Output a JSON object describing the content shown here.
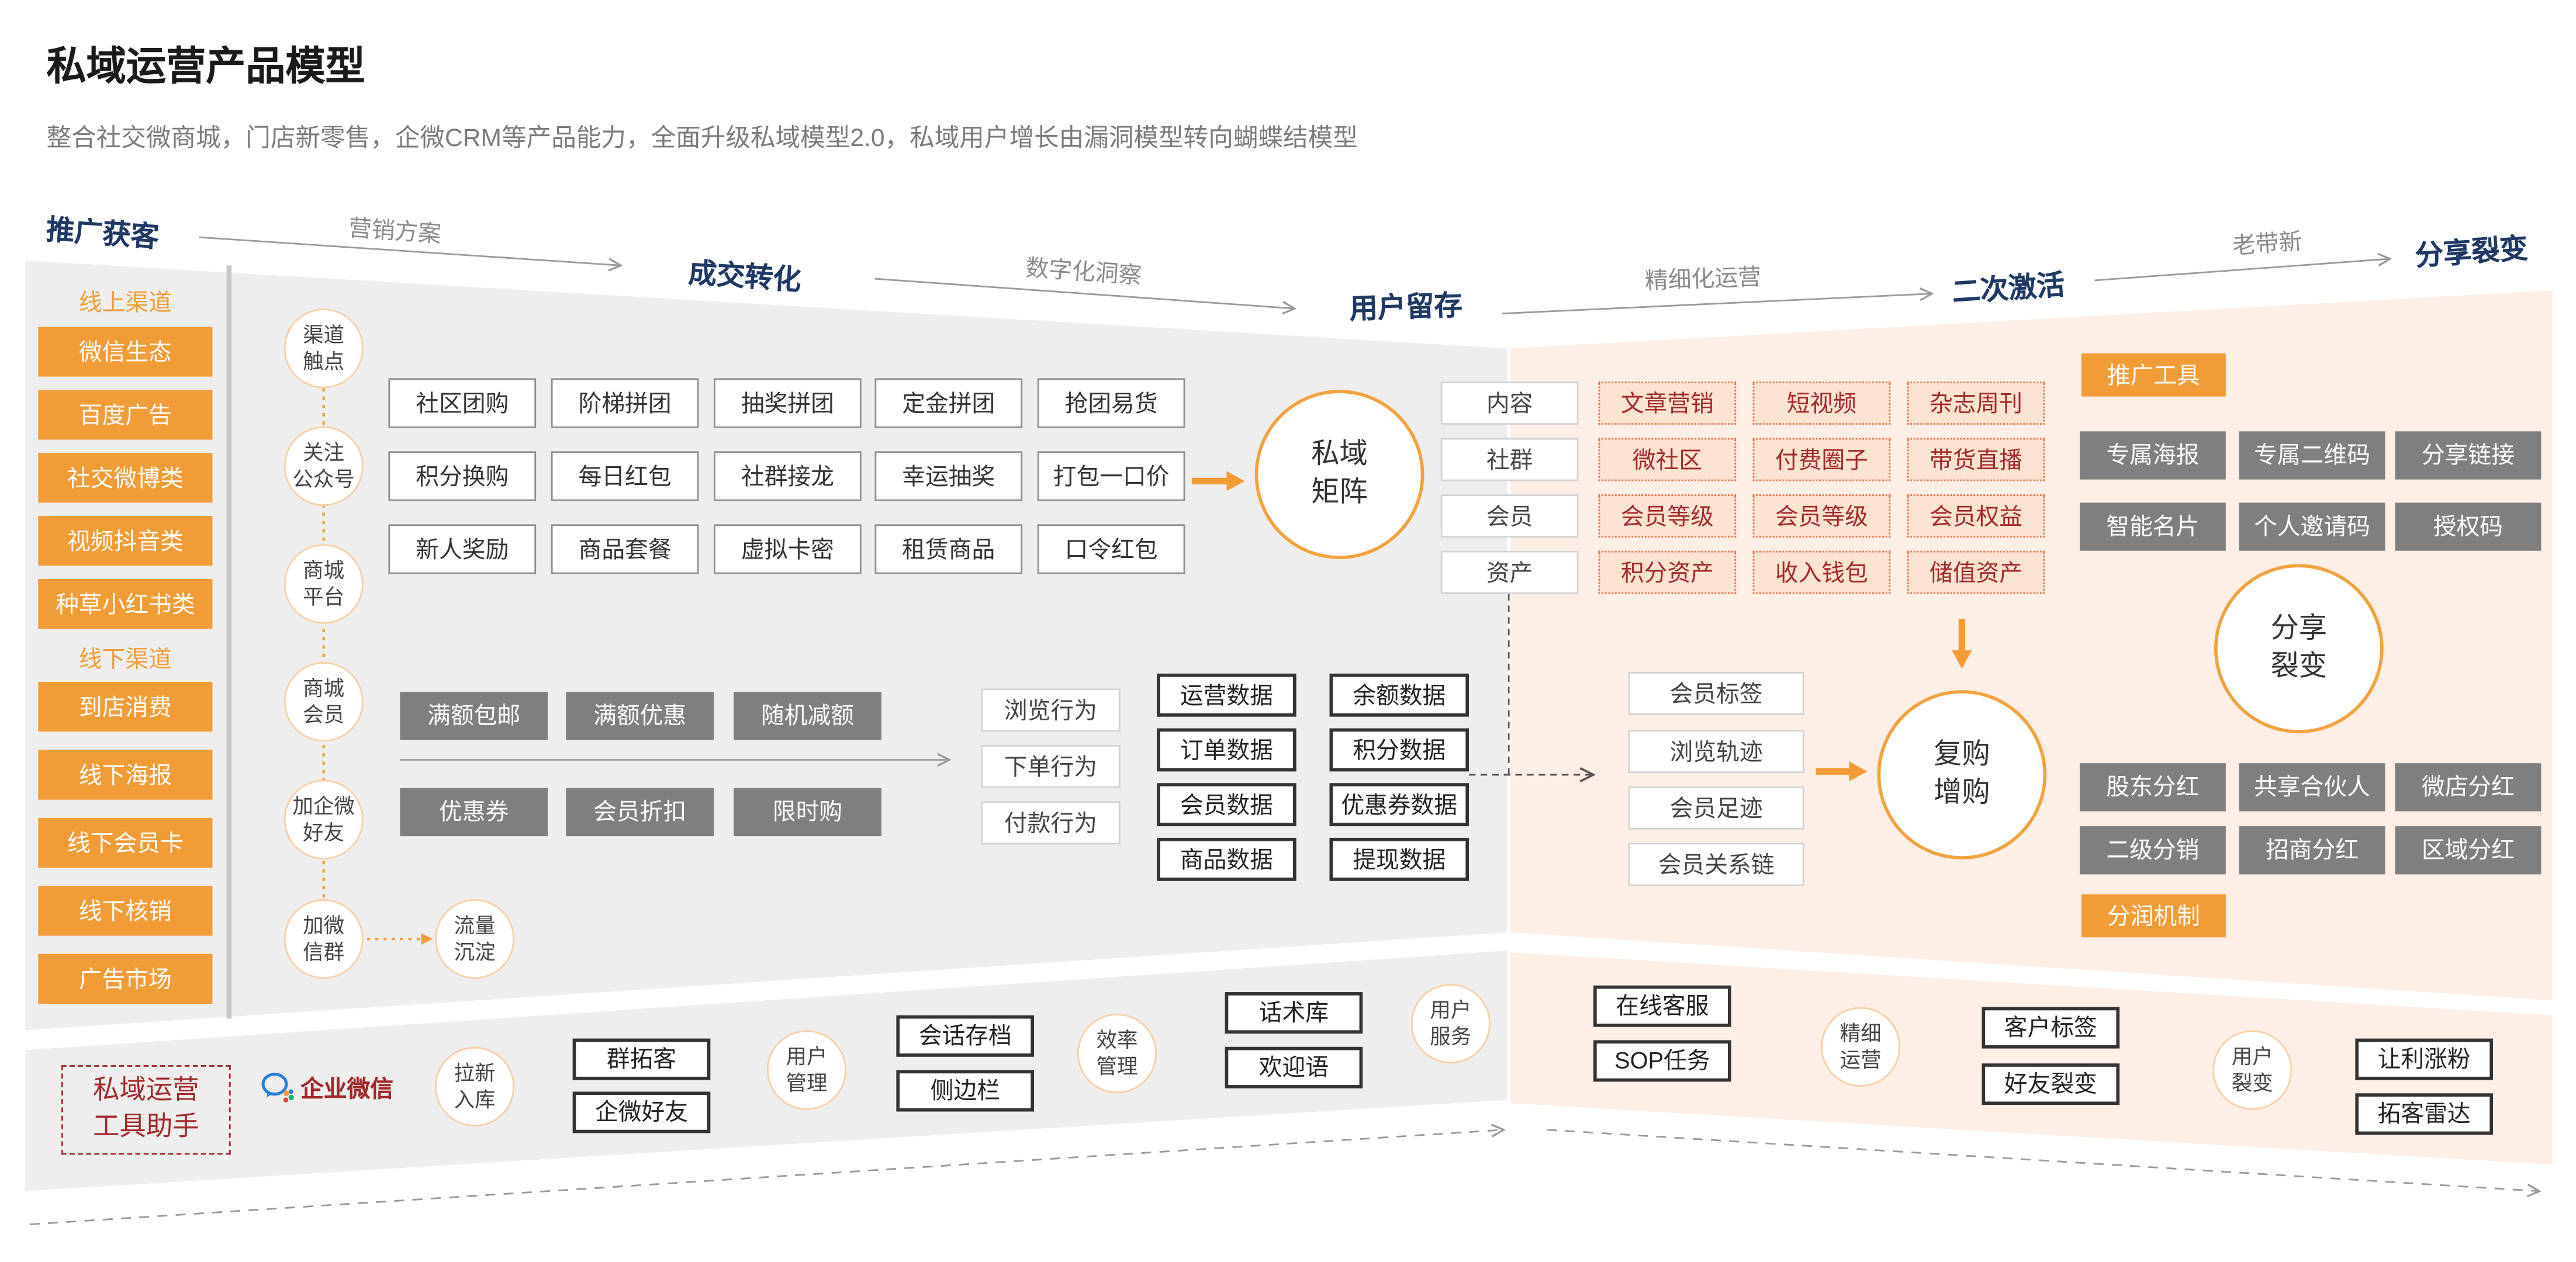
{
  "title": "私域运营产品模型",
  "subtitle": "整合社交微商城，门店新零售，企微CRM等产品能力，全面升级私域模型2.0，私域用户增长由漏洞模型转向蝴蝶结模型",
  "stages": [
    "推广获客",
    "成交转化",
    "用户留存",
    "二次激活",
    "分享裂变"
  ],
  "transitions": [
    "营销方案",
    "数字化洞察",
    "精细化运营",
    "老带新"
  ],
  "channels": {
    "online_label": "线上渠道",
    "online": [
      "微信生态",
      "百度广告",
      "社交微博类",
      "视频抖音类",
      "种草小红书类"
    ],
    "offline_label": "线下渠道",
    "offline": [
      "到店消费",
      "线下海报",
      "线下会员卡",
      "线下核销",
      "广告市场"
    ]
  },
  "flow_nodes": [
    "渠道\n触点",
    "关注\n公众号",
    "商城\n平台",
    "商城\n会员",
    "加企微\n好友",
    "加微\n信群",
    "流量\n沉淀"
  ],
  "marketing_tools": [
    [
      "社区团购",
      "阶梯拼团",
      "抽奖拼团",
      "定金拼团",
      "抢团易货"
    ],
    [
      "积分换购",
      "每日红包",
      "社群接龙",
      "幸运抽奖",
      "打包一口价"
    ],
    [
      "新人奖励",
      "商品套餐",
      "虚拟卡密",
      "租赁商品",
      "口令红包"
    ]
  ],
  "matrix_hub": "私域\n矩阵",
  "promotions": [
    [
      "满额包邮",
      "满额优惠",
      "随机减额"
    ],
    [
      "优惠券",
      "会员折扣",
      "限时购"
    ]
  ],
  "behaviors": [
    "浏览行为",
    "下单行为",
    "付款行为"
  ],
  "data_assets": [
    [
      "运营数据",
      "订单数据",
      "会员数据",
      "商品数据"
    ],
    [
      "余额数据",
      "积分数据",
      "优惠券数据",
      "提现数据"
    ]
  ],
  "matrix_categories": [
    "内容",
    "社群",
    "会员",
    "资产"
  ],
  "matrix_items": [
    [
      "文章营销",
      "短视频",
      "杂志周刊"
    ],
    [
      "微社区",
      "付费圈子",
      "带货直播"
    ],
    [
      "会员等级",
      "会员等级",
      "会员权益"
    ],
    [
      "积分资产",
      "收入钱包",
      "储值资产"
    ]
  ],
  "member_insights": [
    "会员标签",
    "浏览轨迹",
    "会员足迹",
    "会员关系链"
  ],
  "repurchase_hub": "复购\n增购",
  "promo_tools": {
    "label": "推广工具",
    "items": [
      [
        "专属海报",
        "专属二维码",
        "分享链接"
      ],
      [
        "智能名片",
        "个人邀请码",
        "授权码"
      ]
    ]
  },
  "share_hub": "分享\n裂变",
  "profit_sharing": {
    "label": "分润机制",
    "items": [
      [
        "股东分红",
        "共享合伙人",
        "微店分红"
      ],
      [
        "二级分销",
        "招商分红",
        "区域分红"
      ]
    ]
  },
  "assistant": {
    "title": "私域运营\n工具助手",
    "brand": "企业微信",
    "brand_icon": "wecom-icon",
    "groups": [
      {
        "node": "拉新\n入库",
        "items": [
          "群拓客",
          "企微好友"
        ]
      },
      {
        "node": "用户\n管理",
        "items": [
          "会话存档",
          "侧边栏"
        ]
      },
      {
        "node": "效率\n管理",
        "items": [
          "话术库",
          "欢迎语"
        ]
      },
      {
        "node": "用户\n服务",
        "items": [
          "在线客服",
          "SOP任务"
        ]
      },
      {
        "node": "精细\n运营",
        "items": [
          "客户标签",
          "好友裂变"
        ]
      },
      {
        "node": "用户\n裂变",
        "items": [
          "让利涨粉",
          "拓客雷达"
        ]
      }
    ]
  },
  "colors": {
    "orange": "#f29c38",
    "gray": "#7f7f7f",
    "navy": "#1f3864",
    "dark_red": "#a3292c",
    "left_bg": "#eeeeee",
    "right_bg": "#fdefe6"
  }
}
